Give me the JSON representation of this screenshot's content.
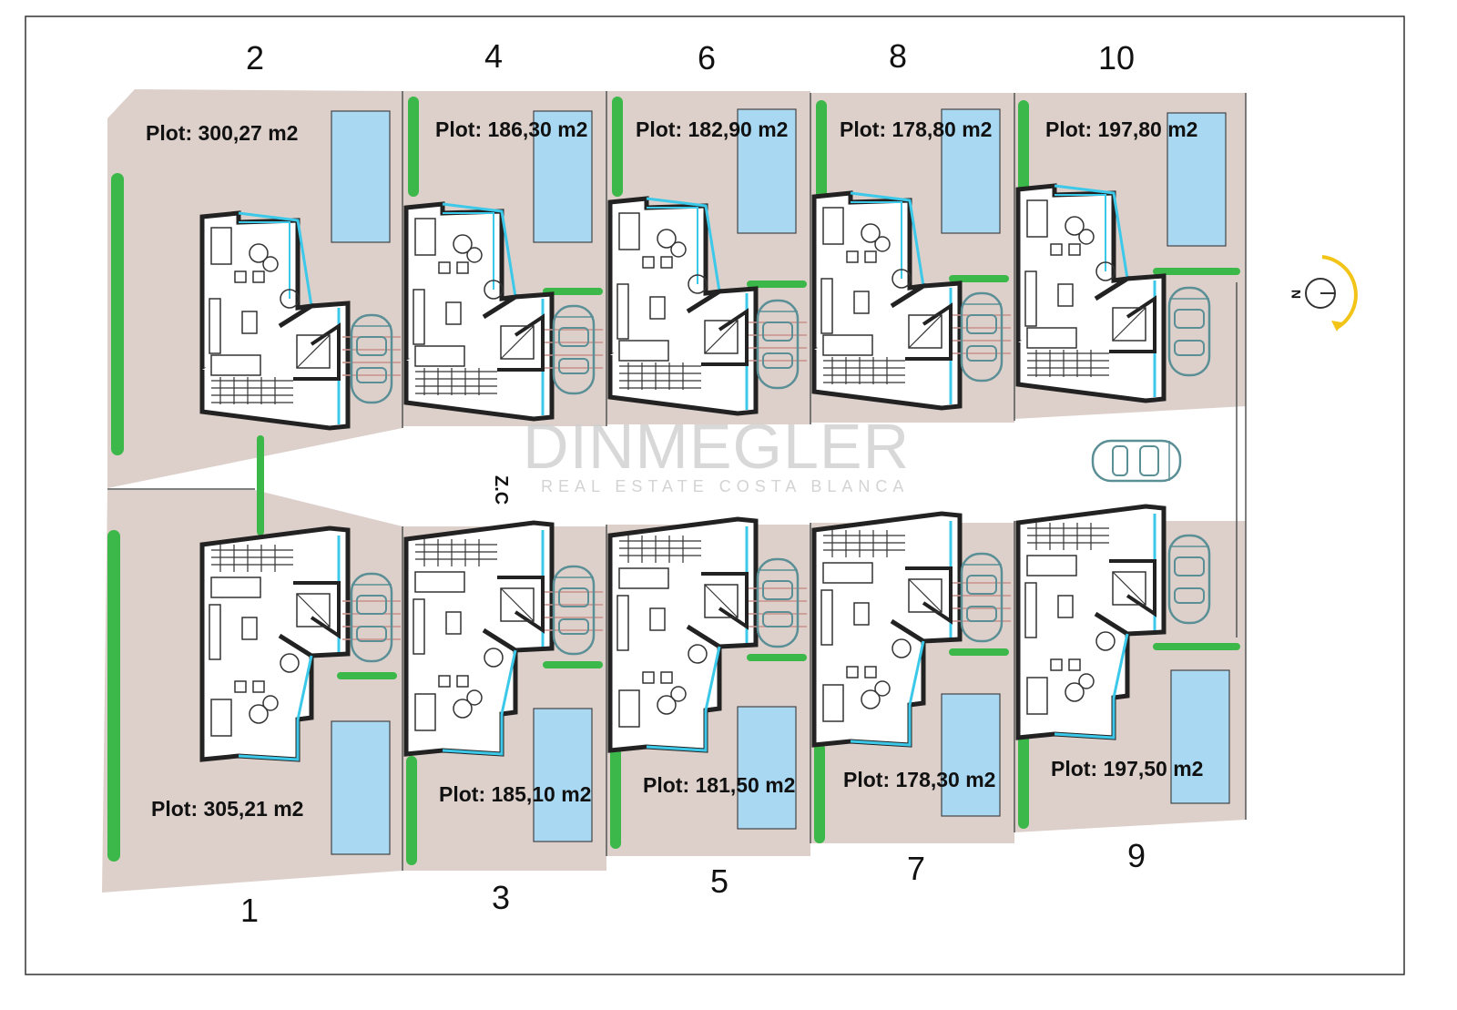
{
  "watermark": {
    "title": "DINMEGLER",
    "subtitle": "REAL ESTATE COSTA BLANCA"
  },
  "common_zone_label": "Z.C",
  "compass_label": "N",
  "colors": {
    "plot_fill": "#ddd0cb",
    "pool": "#a8d8f2",
    "glazing": "#3cc8e8",
    "hedge": "#3cb84a",
    "wall": "#222222"
  },
  "plots": [
    {
      "number": "2",
      "area": "Plot: 300,27 m2"
    },
    {
      "number": "4",
      "area": "Plot: 186,30 m2"
    },
    {
      "number": "6",
      "area": "Plot: 182,90 m2"
    },
    {
      "number": "8",
      "area": "Plot: 178,80 m2"
    },
    {
      "number": "10",
      "area": "Plot: 197,80 m2"
    },
    {
      "number": "1",
      "area": "Plot: 305,21 m2"
    },
    {
      "number": "3",
      "area": "Plot: 185,10 m2"
    },
    {
      "number": "5",
      "area": "Plot: 181,50 m2"
    },
    {
      "number": "7",
      "area": "Plot: 178,30 m2"
    },
    {
      "number": "9",
      "area": "Plot: 197,50 m2"
    }
  ]
}
